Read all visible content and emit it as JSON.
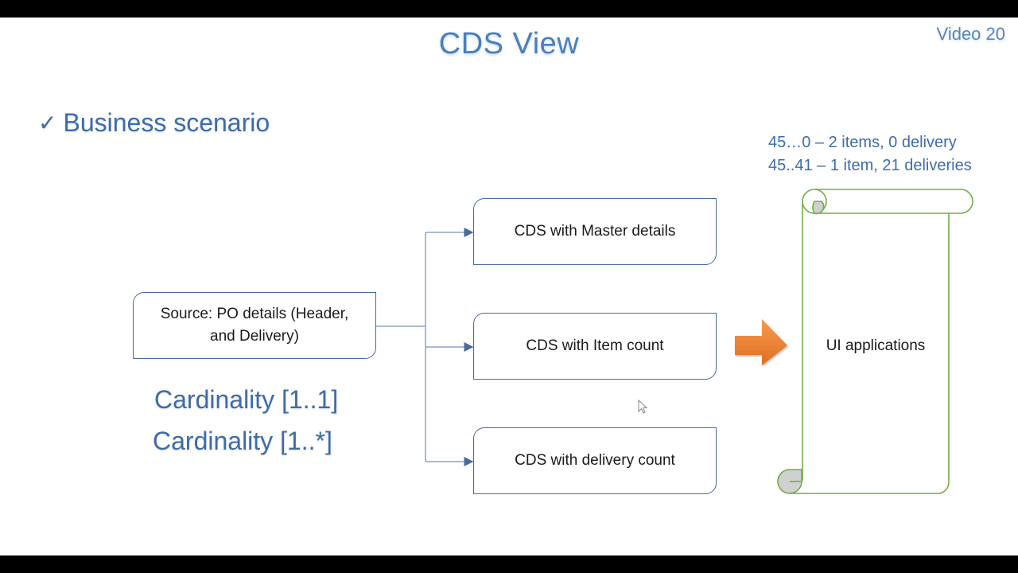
{
  "slide": {
    "title": "CDS View",
    "video_label": "Video 20",
    "bullet": {
      "icon": "check-icon",
      "text": "Business scenario"
    },
    "notes": [
      "45…0 – 2 items, 0 delivery",
      "45..41 – 1 item, 21 deliveries"
    ],
    "source_box": {
      "line1": "Source: PO details (Header,",
      "line2": "and Delivery)"
    },
    "targets": [
      "CDS with Master details",
      "CDS with Item count",
      "CDS with delivery count"
    ],
    "cardinalities": [
      "Cardinality [1..1]",
      "Cardinality [1..*]"
    ],
    "ui_scroll_label": "UI applications",
    "colors": {
      "accent_blue": "#3d6cab",
      "connector": "#8ea3c2",
      "arrow_orange": "#ed7d31",
      "scroll_green": "#70ad47",
      "scroll_curl_gray": "#d0d0d0"
    }
  }
}
